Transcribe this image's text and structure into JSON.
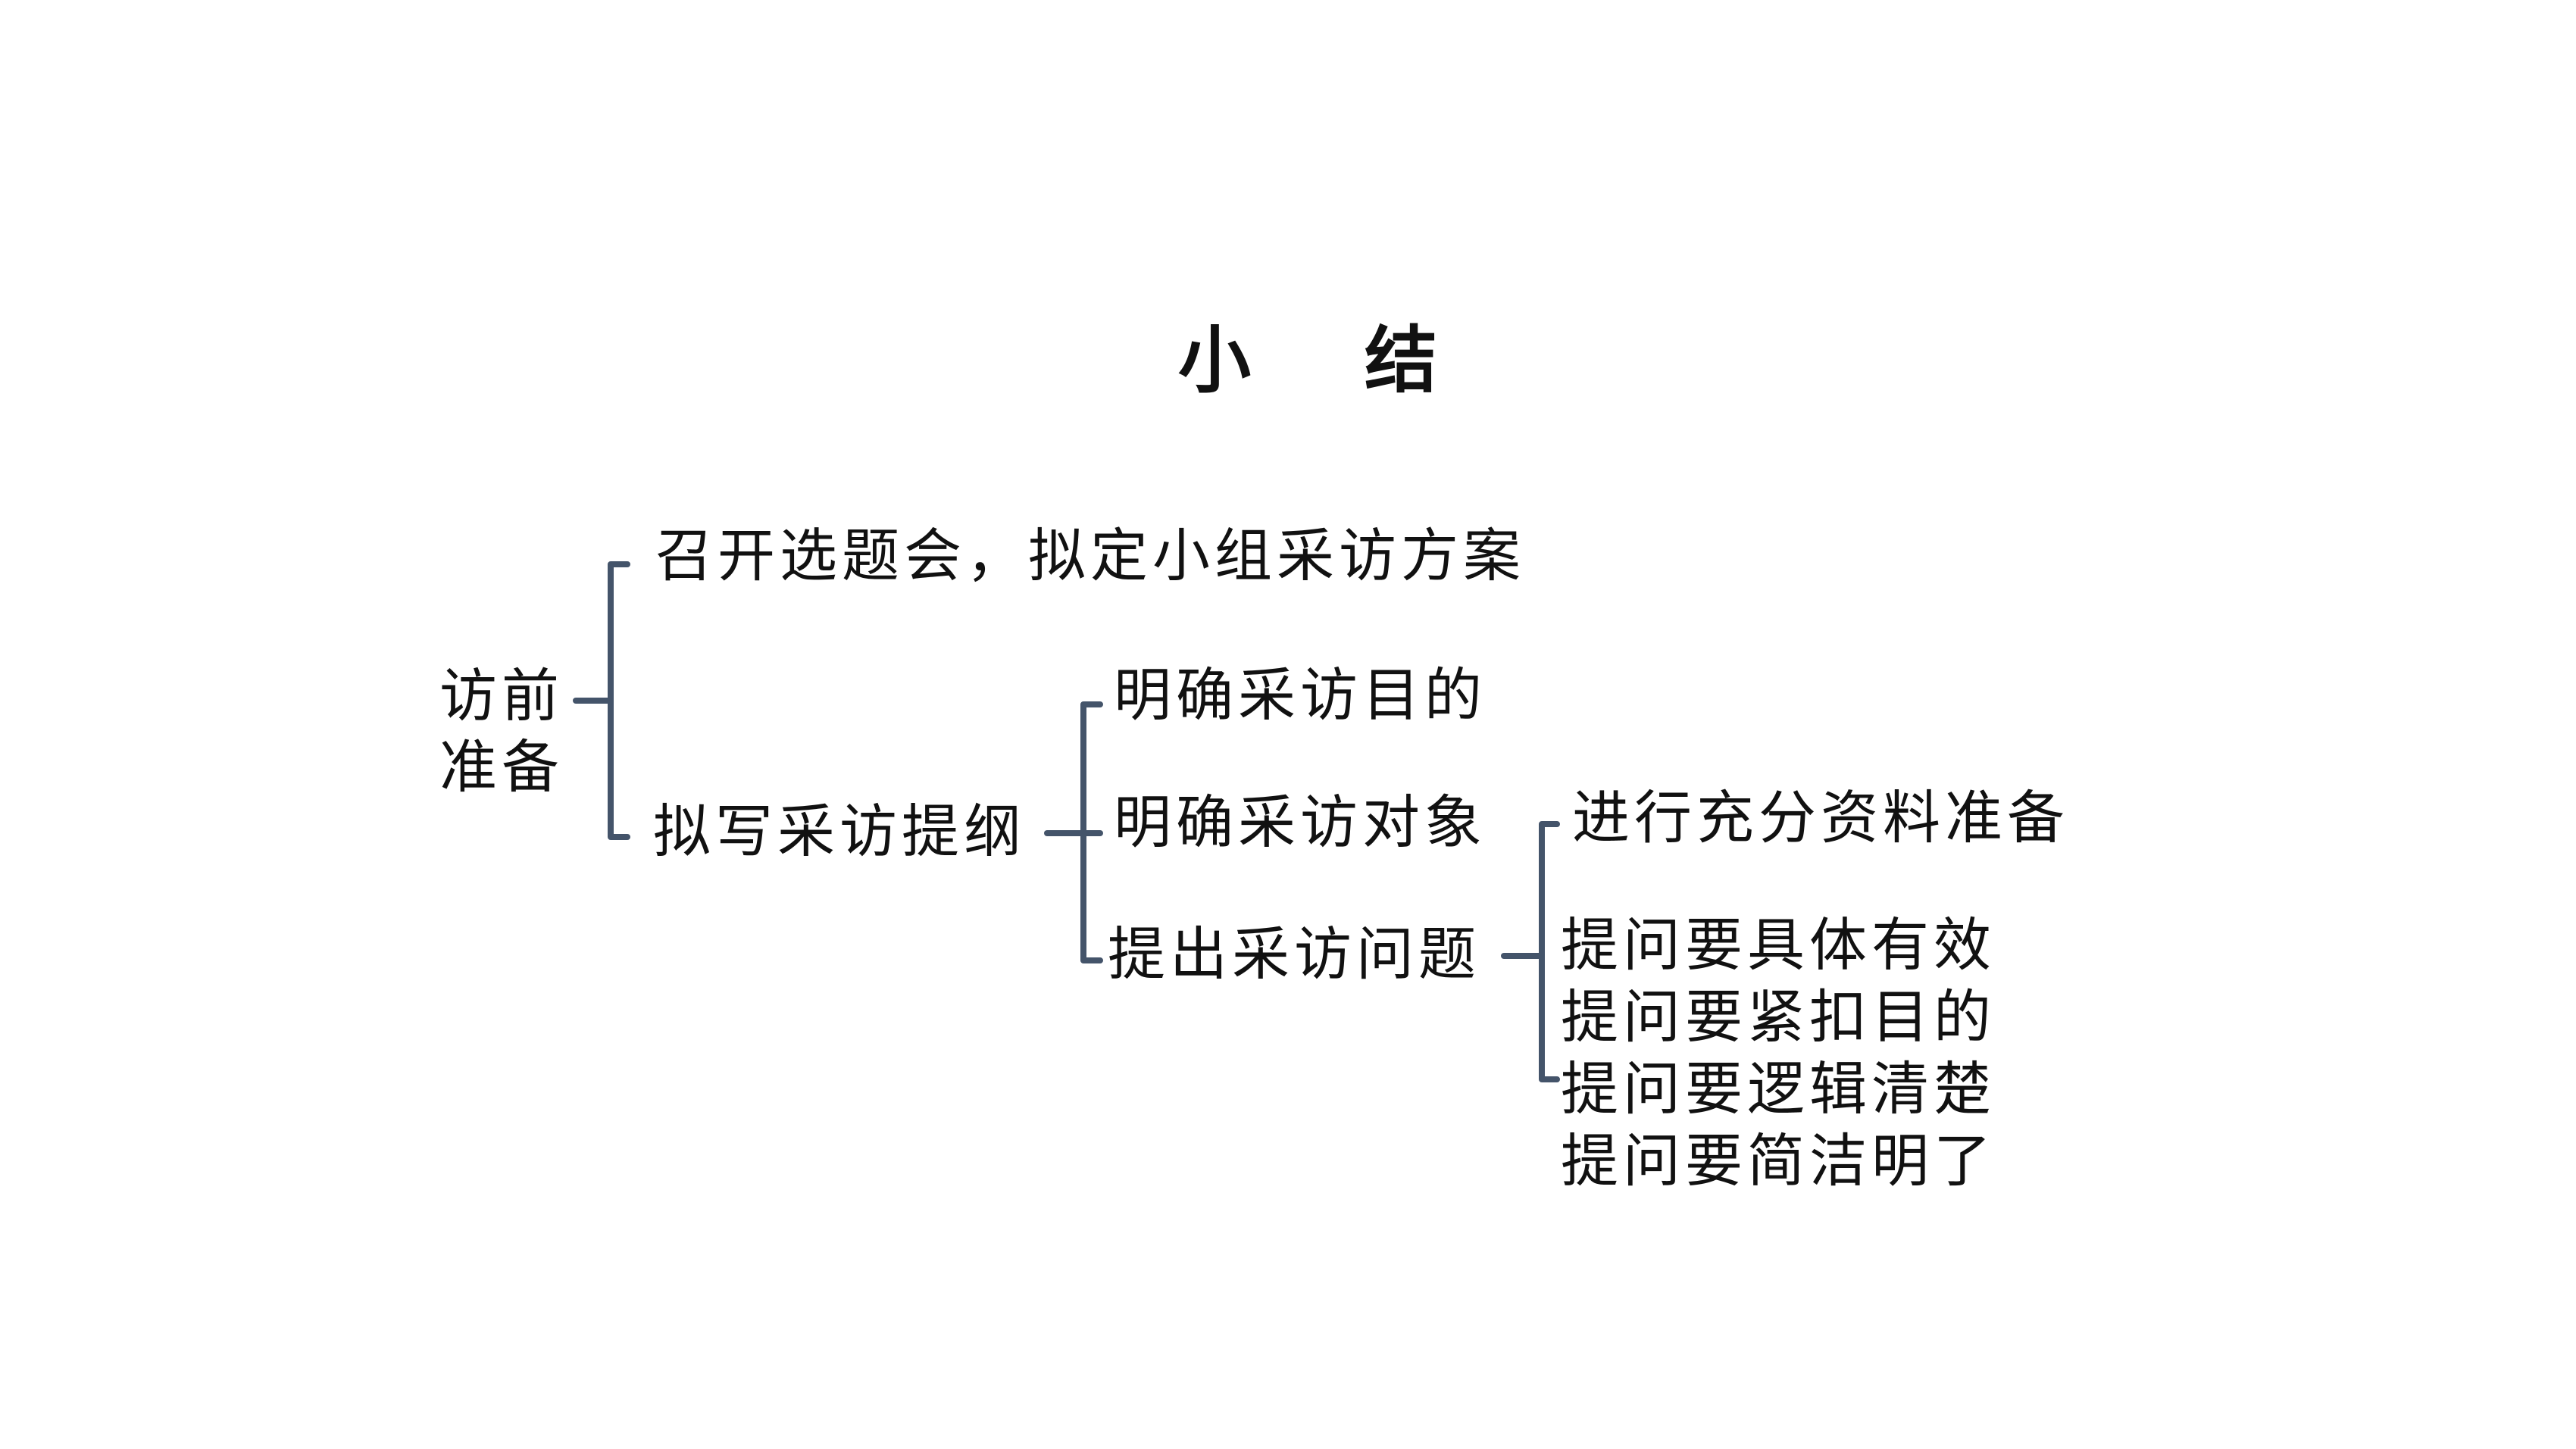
{
  "title": {
    "first": "小",
    "second": "结"
  },
  "colors": {
    "bracket": "#44546a",
    "text": "#111111",
    "background": "#ffffff"
  },
  "tree": {
    "root": {
      "line1": "访前",
      "line2": "准备"
    },
    "level1": {
      "meeting": "召开选题会，拟定小组采访方案",
      "outline": "拟写采访提纲"
    },
    "level2": {
      "purpose": "明确采访目的",
      "target": "明确采访对象",
      "questions": "提出采访问题"
    },
    "level3": {
      "materials": "进行充分资料准备",
      "tips": [
        "提问要具体有效",
        "提问要紧扣目的",
        "提问要逻辑清楚",
        "提问要简洁明了"
      ]
    }
  }
}
